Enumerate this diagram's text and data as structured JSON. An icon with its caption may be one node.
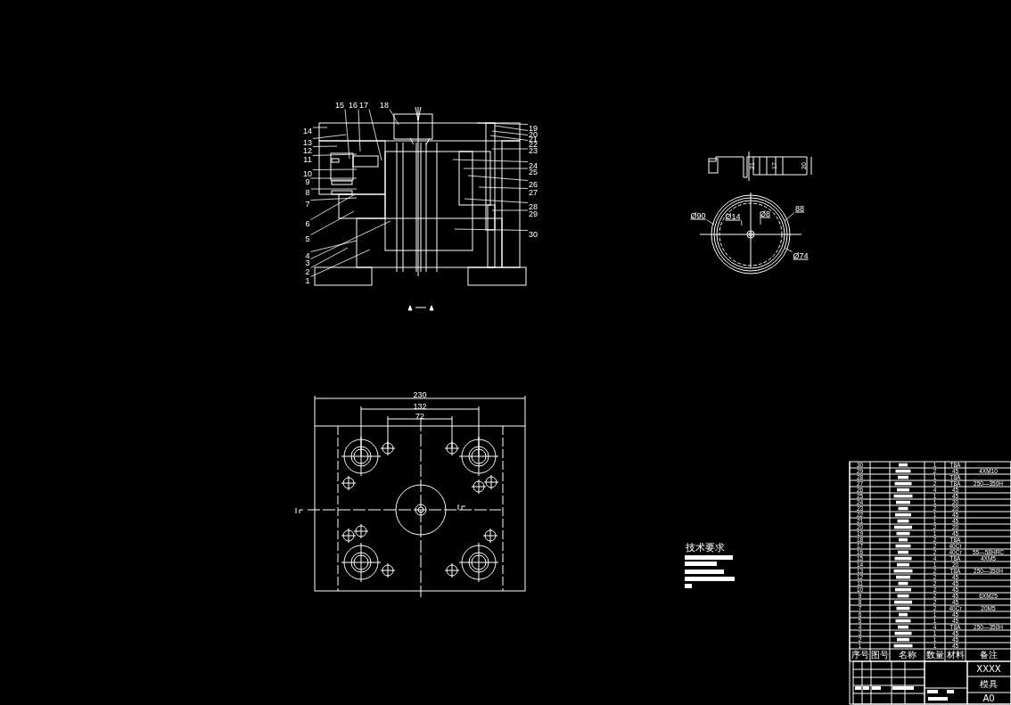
{
  "diagram": {
    "nodes": [
      {
        "text": [
          "1"
        ]
      },
      {
        "text": [
          "2"
        ]
      },
      {
        "text": [
          "3"
        ]
      },
      {
        "text": [
          "4"
        ]
      },
      {
        "text": [
          "5"
        ]
      },
      {
        "text": [
          "6"
        ]
      },
      {
        "text": [
          "7"
        ]
      },
      {
        "text": [
          "8"
        ]
      },
      {
        "text": [
          "9"
        ]
      },
      {
        "text": [
          "10"
        ]
      },
      {
        "text": [
          "11"
        ]
      },
      {
        "text": [
          "12"
        ]
      },
      {
        "text": [
          "13"
        ]
      },
      {
        "text": [
          "14"
        ]
      },
      {
        "text": [
          "15"
        ]
      },
      {
        "text": [
          "16"
        ]
      },
      {
        "text": [
          "17"
        ]
      },
      {
        "text": [
          "18"
        ]
      },
      {
        "text": [
          "19"
        ]
      },
      {
        "text": [
          "20"
        ]
      },
      {
        "text": [
          "21"
        ]
      },
      {
        "text": [
          "22"
        ]
      },
      {
        "text": [
          "23"
        ]
      },
      {
        "text": [
          "24"
        ]
      },
      {
        "text": [
          "25"
        ]
      },
      {
        "text": [
          "26"
        ]
      },
      {
        "text": [
          "27"
        ]
      },
      {
        "text": [
          "28"
        ]
      },
      {
        "text": [
          "29"
        ]
      },
      {
        "text": [
          "30"
        ]
      },
      {
        "text": [
          "Ø90"
        ]
      },
      {
        "text": [
          "Ø14"
        ]
      },
      {
        "text": [
          "Ø8"
        ]
      },
      {
        "text": [
          "88"
        ]
      },
      {
        "text": [
          "Ø74"
        ]
      }
    ],
    "edges": [
      {
        "from": 0,
        "to": null,
        "arrow": "none"
      },
      {
        "from": 1,
        "to": null,
        "arrow": "none"
      },
      {
        "from": 2,
        "to": null,
        "arrow": "none"
      },
      {
        "from": 3,
        "to": null,
        "arrow": "none"
      },
      {
        "from": 4,
        "to": null,
        "arrow": "none"
      },
      {
        "from": 5,
        "to": null,
        "arrow": "none"
      },
      {
        "from": 6,
        "to": null,
        "arrow": "none"
      },
      {
        "from": 7,
        "to": null,
        "arrow": "none"
      },
      {
        "from": 8,
        "to": null,
        "arrow": "none"
      },
      {
        "from": 9,
        "to": null,
        "arrow": "none"
      },
      {
        "from": 10,
        "to": null,
        "arrow": "none"
      },
      {
        "from": 11,
        "to": null,
        "arrow": "none"
      },
      {
        "from": 12,
        "to": null,
        "arrow": "none"
      },
      {
        "from": 13,
        "to": null,
        "arrow": "none"
      },
      {
        "from": 14,
        "to": null,
        "arrow": "none"
      },
      {
        "from": 15,
        "to": null,
        "arrow": "none"
      },
      {
        "from": 16,
        "to": null,
        "arrow": "none"
      },
      {
        "from": 17,
        "to": null,
        "arrow": "none"
      },
      {
        "from": 18,
        "to": null,
        "arrow": "none"
      },
      {
        "from": 19,
        "to": null,
        "arrow": "none"
      },
      {
        "from": 20,
        "to": null,
        "arrow": "none"
      },
      {
        "from": 21,
        "to": null,
        "arrow": "none"
      },
      {
        "from": 22,
        "to": null,
        "arrow": "none"
      },
      {
        "from": 23,
        "to": null,
        "arrow": "none"
      },
      {
        "from": 24,
        "to": null,
        "arrow": "none"
      },
      {
        "from": 25,
        "to": null,
        "arrow": "none"
      },
      {
        "from": 26,
        "to": null,
        "arrow": "none"
      },
      {
        "from": 27,
        "to": null,
        "arrow": "none"
      },
      {
        "from": 28,
        "to": null,
        "arrow": "none"
      },
      {
        "from": 29,
        "to": null,
        "arrow": "none"
      },
      {
        "from": 30,
        "to": null,
        "arrow": "none"
      },
      {
        "from": 31,
        "to": null,
        "arrow": "none"
      },
      {
        "from": 32,
        "to": null,
        "arrow": "none"
      },
      {
        "from": 33,
        "to": null,
        "arrow": "none"
      },
      {
        "from": 34,
        "to": null,
        "arrow": "none"
      }
    ],
    "labels": [
      "21",
      "17",
      "20",
      "230",
      "132",
      "72",
      "技术要求",
      "30",
      "1",
      "T8A",
      "29",
      "2",
      "45",
      "4XM10",
      "28",
      "1",
      "T8A",
      "27",
      "2",
      "T8A",
      "250—350H",
      "26",
      "4",
      "45",
      "25",
      "1",
      "45",
      "24",
      "1",
      "20",
      "23",
      "2",
      "20",
      "22",
      "1",
      "45",
      "21",
      "1",
      "45",
      "20",
      "2",
      "20",
      "19",
      "1",
      "45",
      "18",
      "2",
      "T8A",
      "17",
      "2",
      "40Cr",
      "16",
      "2",
      "40Cr",
      "55—58HRC",
      "15",
      "4",
      "T8A",
      "4XM5",
      "14",
      "1",
      "20",
      "13",
      "2",
      "T8A",
      "250—350H",
      "12",
      "2",
      "45",
      "11",
      "2",
      "45",
      "10",
      "2",
      "45",
      "9",
      "2",
      "45",
      "6XM25",
      "8",
      "2",
      "45",
      "7",
      "2",
      "40Cr",
      "20M5",
      "6",
      "1",
      "45",
      "5",
      "1",
      "45",
      "4",
      "4",
      "T8A",
      "250—350H",
      "3",
      "1",
      "45",
      "2",
      "1",
      "45",
      "1",
      "1",
      "45",
      "序号",
      "图号",
      "名称",
      "数量",
      "材料",
      "备注",
      "XXXX",
      "模具",
      "A0"
    ]
  }
}
